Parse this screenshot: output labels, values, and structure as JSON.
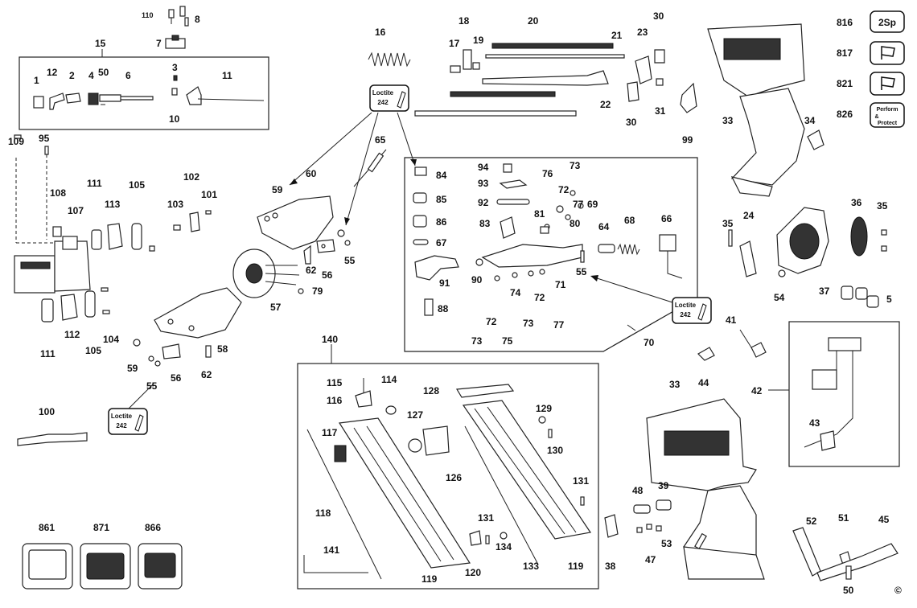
{
  "labels": {
    "l110": "110",
    "l8": "8",
    "l7": "7",
    "l15": "15",
    "l1": "1",
    "l12": "12",
    "l2": "2",
    "l4": "4",
    "l50a": "50",
    "l6": "6",
    "l3": "3",
    "l10": "10",
    "l11": "11",
    "l16": "16",
    "l17": "17",
    "l18": "18",
    "l19": "19",
    "l20": "20",
    "l21": "21",
    "l22": "22",
    "l23": "23",
    "l30a": "30",
    "l30b": "30",
    "l31": "31",
    "l99": "99",
    "l33a": "33",
    "l34": "34",
    "l109": "109",
    "l95": "95",
    "l108": "108",
    "l107": "107",
    "l111a": "111",
    "l113": "113",
    "l105a": "105",
    "l103": "103",
    "l102": "102",
    "l101": "101",
    "l60": "60",
    "l59a": "59",
    "l65": "65",
    "l55a": "55",
    "l62a": "62",
    "l56a": "56",
    "l57": "57",
    "l79": "79",
    "l58": "58",
    "l59b": "59",
    "l55b": "55",
    "l56b": "56",
    "l62b": "62",
    "l111b": "111",
    "l112": "112",
    "l105b": "105",
    "l104": "104",
    "l100": "100",
    "l84": "84",
    "l85": "85",
    "l86": "86",
    "l67": "67",
    "l91": "91",
    "l88": "88",
    "l94": "94",
    "l93": "93",
    "l92": "92",
    "l83": "83",
    "l90": "90",
    "l72a": "72",
    "l73a": "73",
    "l75": "75",
    "l74": "74",
    "l73b": "73",
    "l72b": "72",
    "l77a": "77",
    "l71": "71",
    "l81": "81",
    "l76": "76",
    "l72c": "72",
    "l77b": "77",
    "l73c": "73",
    "l80": "80",
    "l69": "69",
    "l64": "64",
    "l68": "68",
    "l66": "66",
    "l55c": "55",
    "l70": "70",
    "l35a": "35",
    "l24": "24",
    "l36": "36",
    "l35b": "35",
    "l37": "37",
    "l54": "54",
    "l5": "5",
    "l41": "41",
    "l44": "44",
    "l42": "42",
    "l43": "43",
    "l33b": "33",
    "l140": "140",
    "l115": "115",
    "l116": "116",
    "l114": "114",
    "l128": "128",
    "l129": "129",
    "l130": "130",
    "l117": "117",
    "l127": "127",
    "l126": "126",
    "l118": "118",
    "l131a": "131",
    "l131b": "131",
    "l134": "134",
    "l141": "141",
    "l119a": "119",
    "l120": "120",
    "l133": "133",
    "l119b": "119",
    "l48": "48",
    "l39": "39",
    "l47": "47",
    "l53": "53",
    "l38": "38",
    "l52": "52",
    "l51": "51",
    "l45": "45",
    "l50b": "50",
    "l861": "861",
    "l871": "871",
    "l866": "866",
    "l816": "816",
    "l817": "817",
    "l821": "821",
    "l826": "826"
  },
  "loctite": {
    "line1": "Loctite",
    "line2": "242"
  },
  "badges": {
    "sp": "2Sp",
    "perform1": "Perform",
    "perform2": "&",
    "perform3": "Protect"
  },
  "copyright": "©"
}
